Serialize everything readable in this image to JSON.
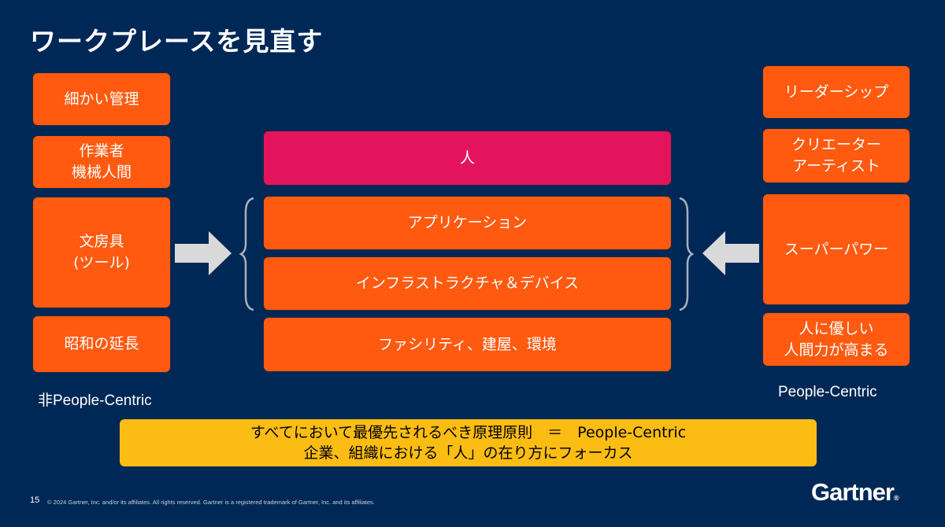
{
  "title": "ワークプレースを見直す",
  "left": {
    "items": [
      "細かい管理",
      "作業者\n機械人間",
      "文房具\n(ツール)",
      "昭和の延長"
    ],
    "label": "非People-Centric"
  },
  "center": {
    "items": [
      "人",
      "アプリケーション",
      "インフラストラクチャ＆デバイス",
      "ファシリティ、建屋、環境"
    ]
  },
  "right": {
    "items": [
      "リーダーシップ",
      "クリエーター\nアーティスト",
      "スーパーパワー",
      "人に優しい\n人間力が高まる"
    ],
    "label": "People-Centric"
  },
  "summary": {
    "line1": "すべてにおいて最優先されるべき原理原則　＝　People-Centric",
    "line2": "企業、組織における「人」の在り方にフォーカス"
  },
  "footer": {
    "page": "15",
    "copyright": "© 2024 Gartner, Inc. and/or its affiliates. All rights reserved. Gartner is a registered trademark of Gartner, Inc. and its affiliates.",
    "logo": "Gartner"
  },
  "colors": {
    "background": "#002856",
    "orange": "#ff5a10",
    "magenta": "#e4145c",
    "yellow": "#fbbd13",
    "arrow": "#d9d9d9"
  }
}
